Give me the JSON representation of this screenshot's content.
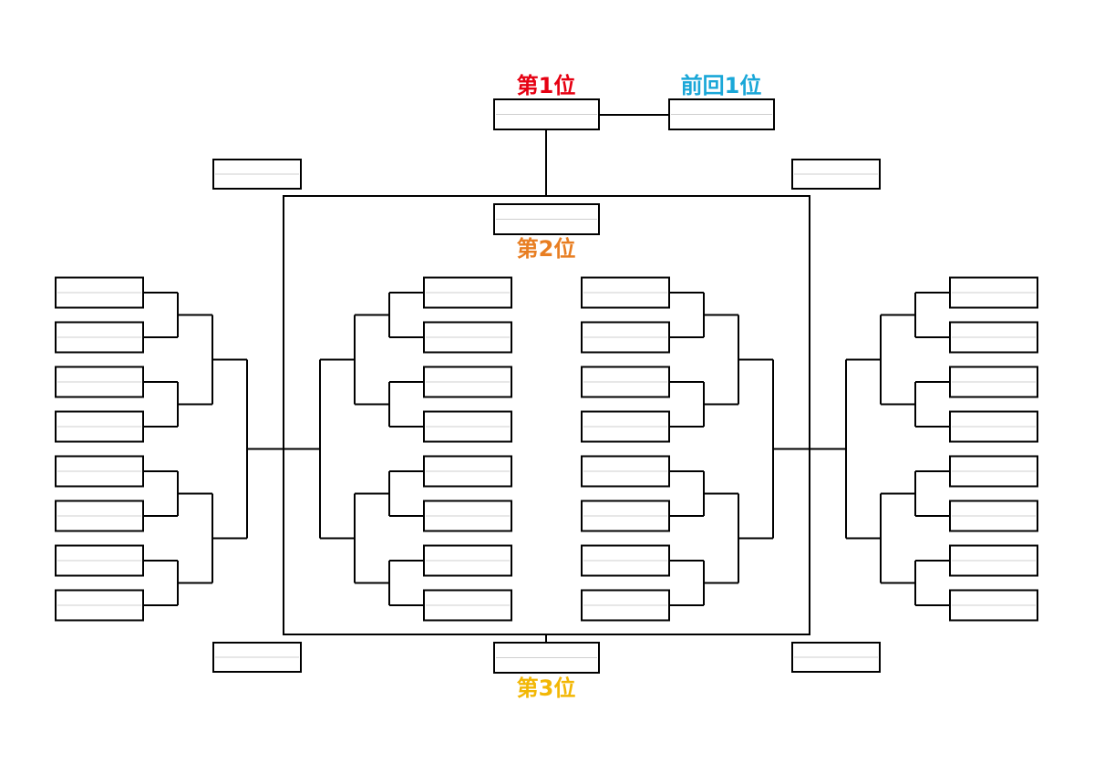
{
  "labels": {
    "first": "第1位",
    "previous_first": "前回1位",
    "second": "第2位",
    "third": "第3位"
  },
  "colors": {
    "first": "#e60012",
    "previous_first": "#1aa7d8",
    "second": "#e87e22",
    "third": "#f2b705",
    "line": "#000000",
    "slot_divider": "#cfcfcf"
  },
  "bracket": {
    "entrants_per_side": 16,
    "entrant_slots_filled": 0,
    "all_slots_empty": true
  }
}
